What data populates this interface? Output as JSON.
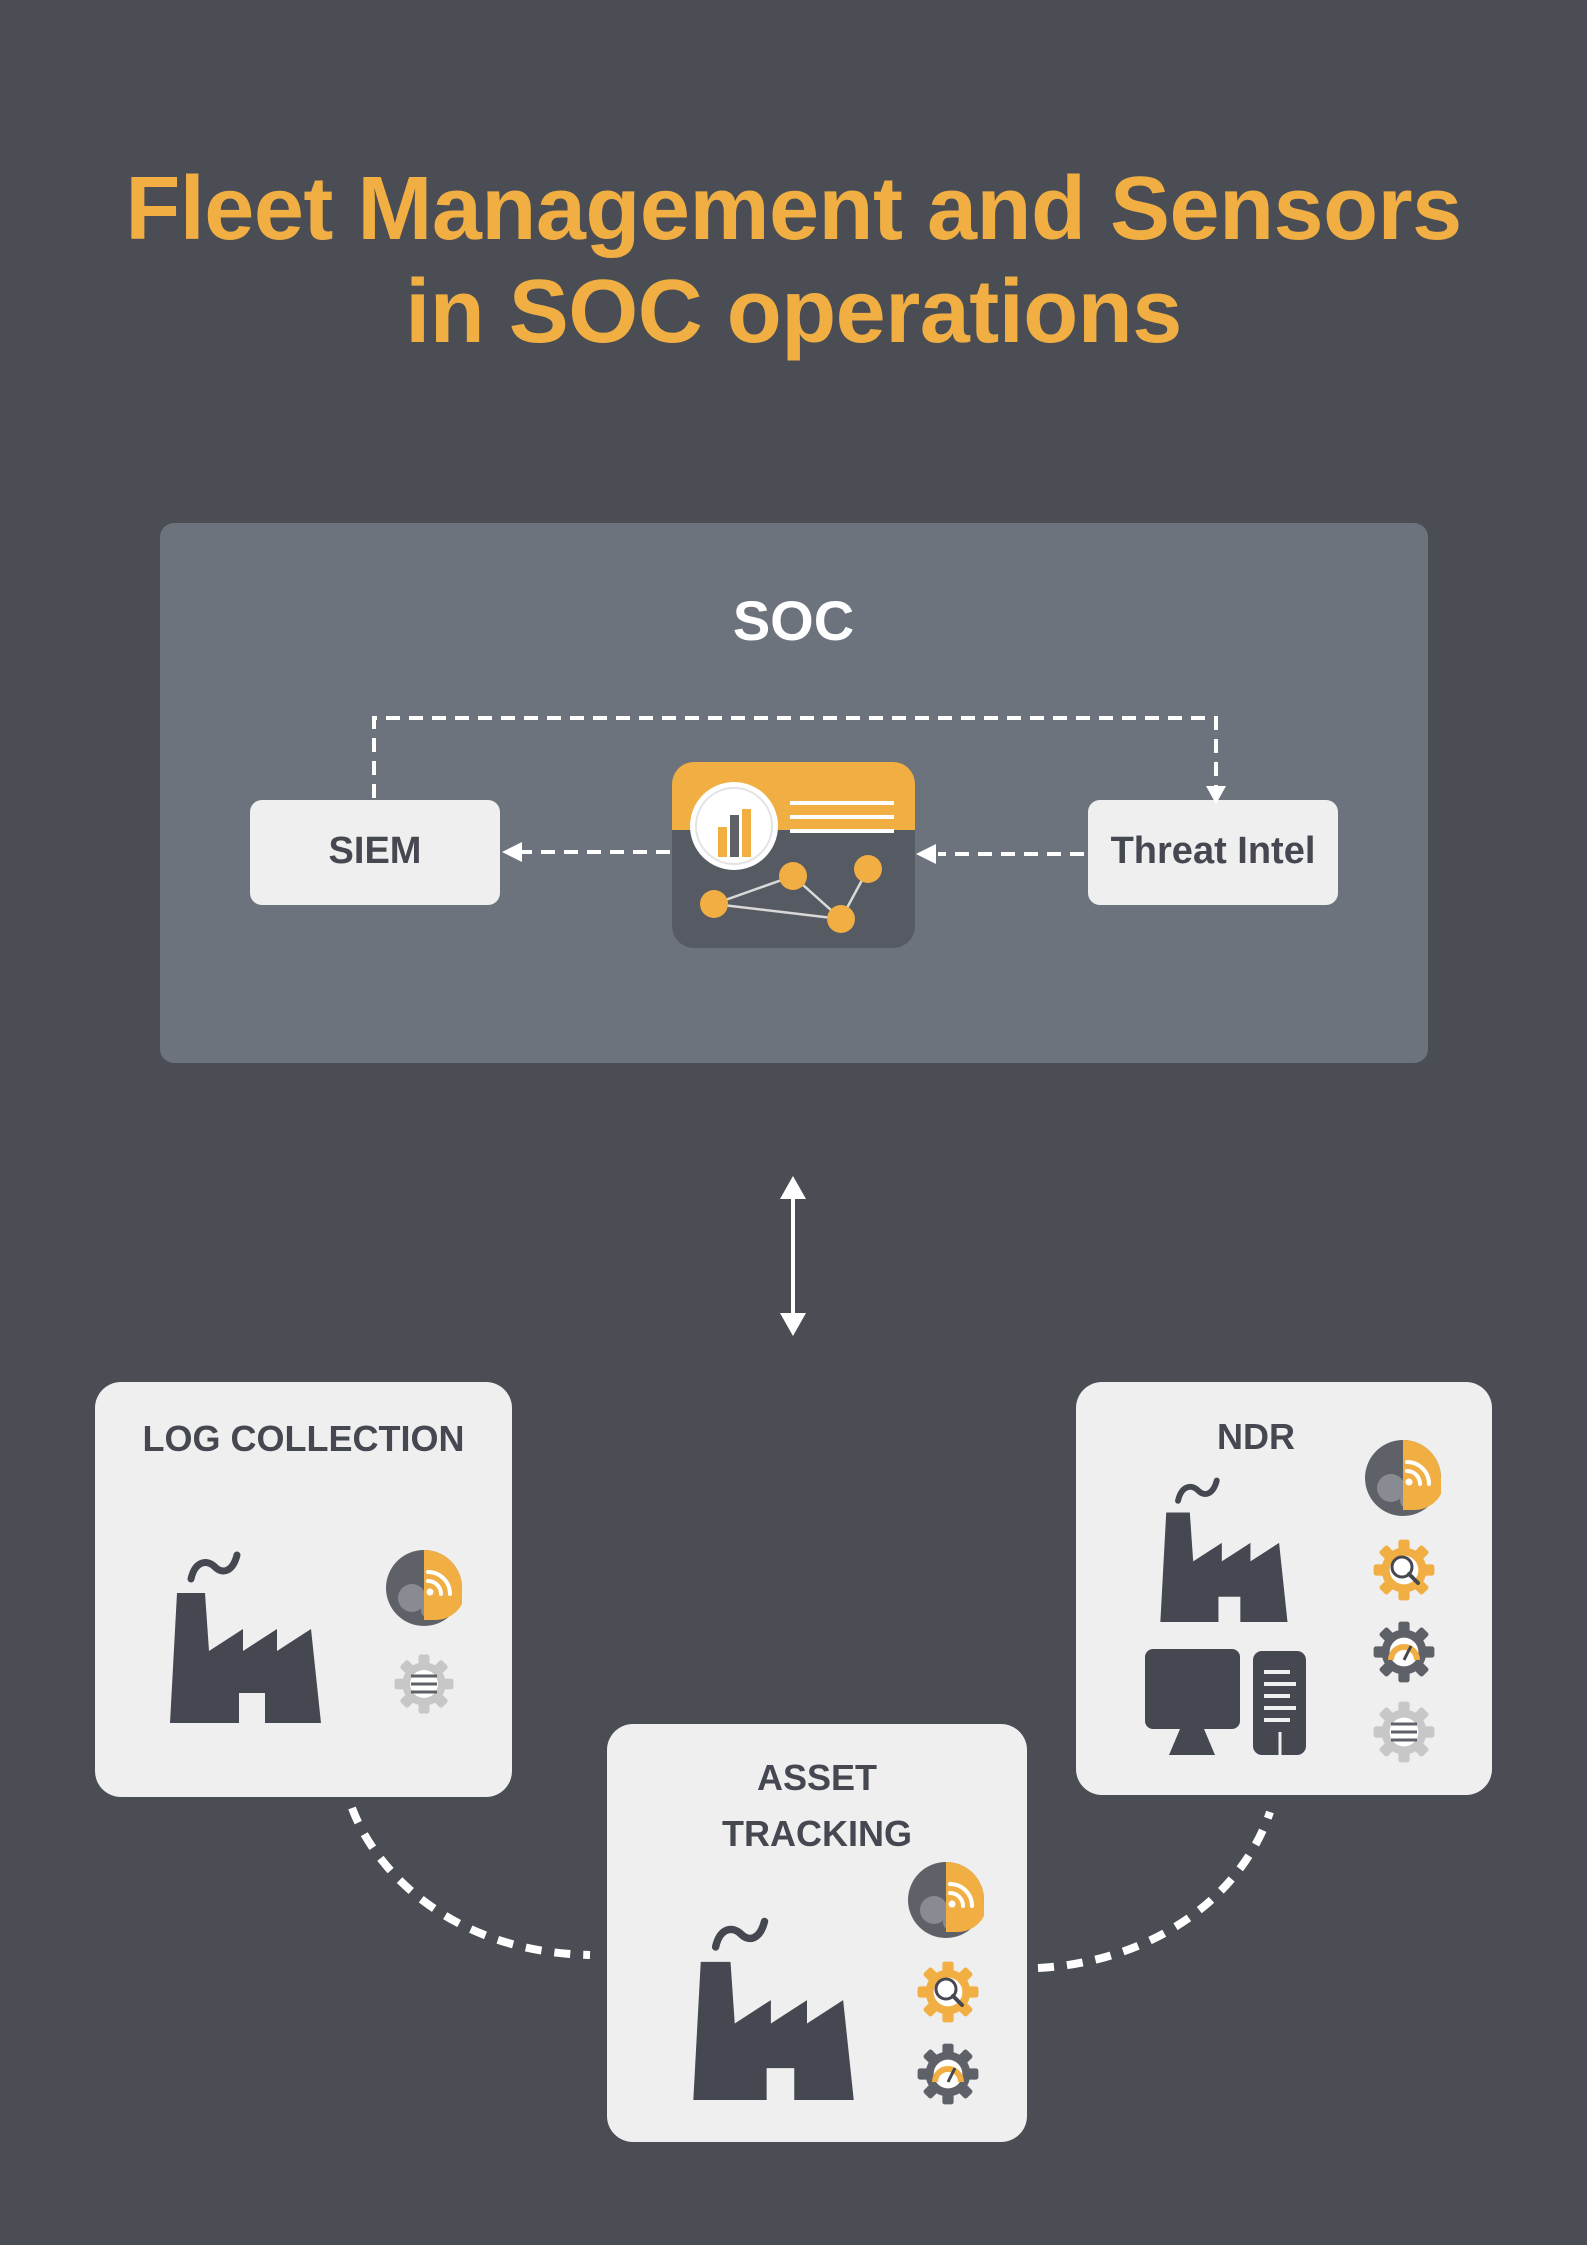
{
  "title": {
    "line1": "Fleet Management and Sensors",
    "line2": "in SOC operations"
  },
  "soc": {
    "label": "SOC",
    "siem_label": "SIEM",
    "threat_intel_label": "Threat Intel"
  },
  "cards": {
    "log_collection": "LOG COLLECTION",
    "asset_tracking_line1": "ASSET",
    "asset_tracking_line2": "TRACKING",
    "ndr": "NDR"
  },
  "colors": {
    "background": "#4a4d54",
    "accent": "#f1ae42",
    "panel": "#6c737d",
    "card": "#efefef",
    "icon_dark": "#454850"
  }
}
